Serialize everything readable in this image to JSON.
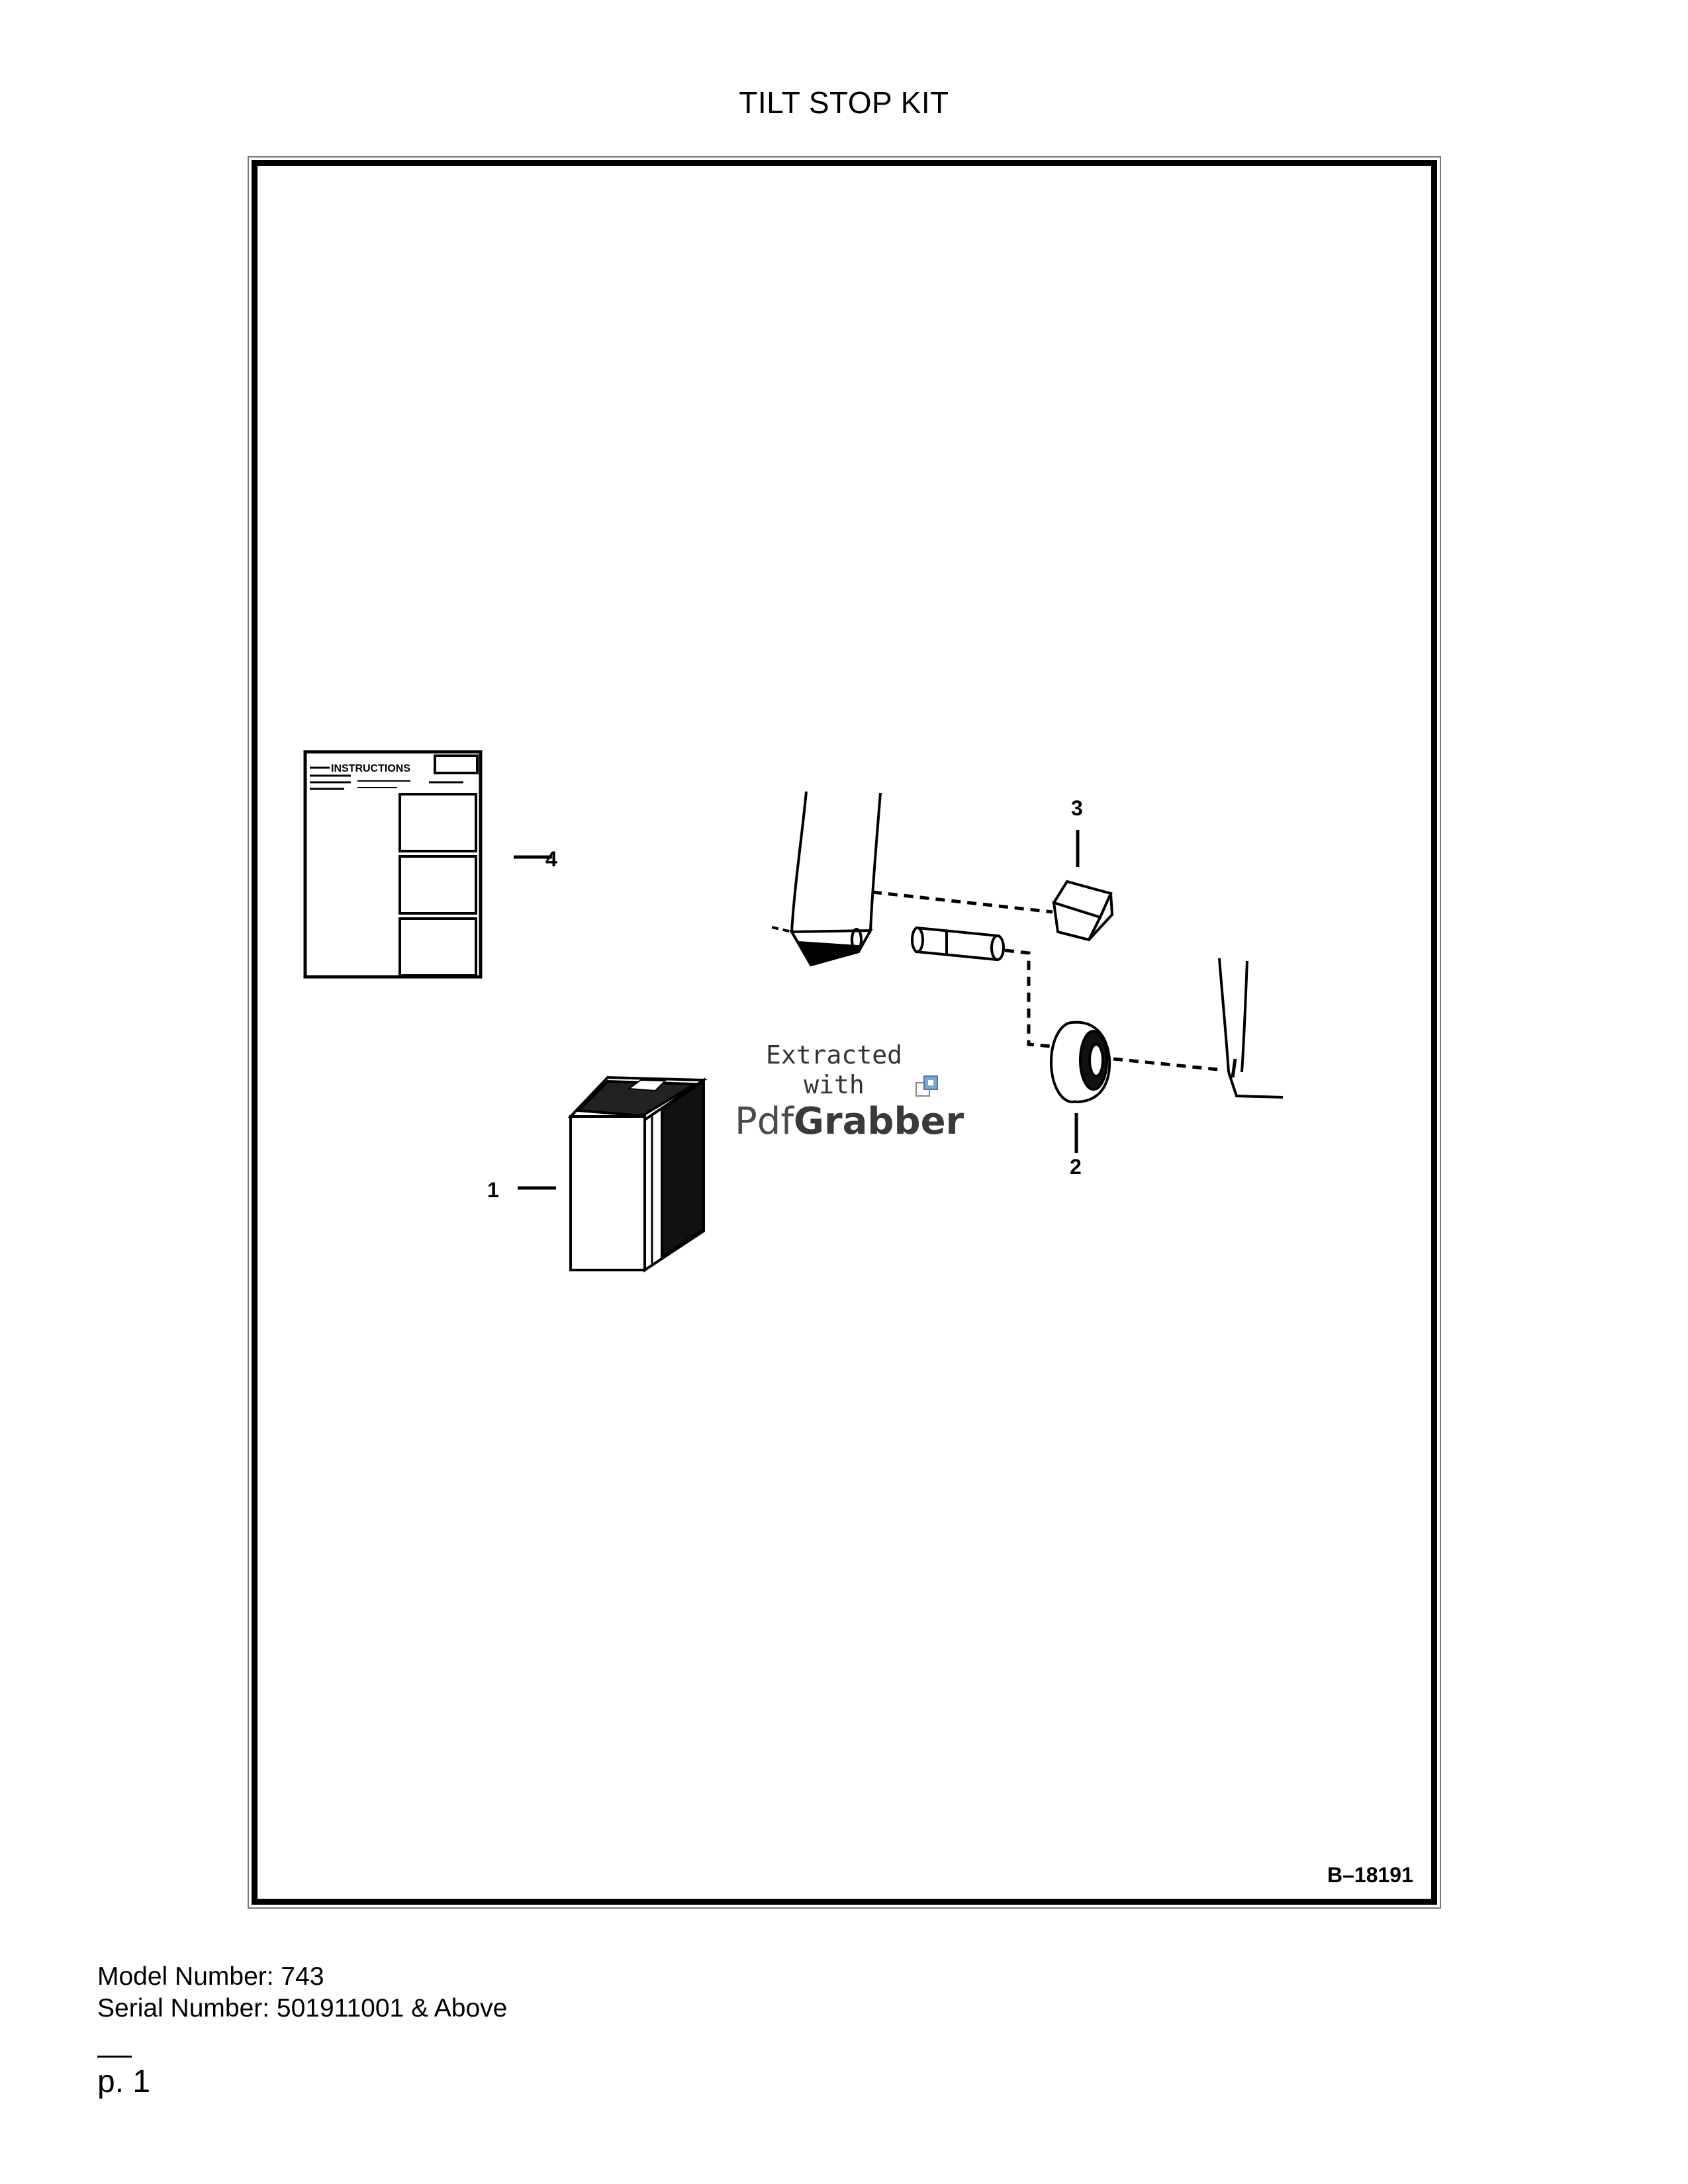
{
  "page": {
    "title": "TILT STOP KIT"
  },
  "figure": {
    "callouts": [
      "1",
      "2",
      "3",
      "4"
    ],
    "drawing_code": "B–18191",
    "instruction_sheet_heading": "INSTRUCTIONS"
  },
  "watermark": {
    "line1": "Extracted",
    "line2": "with",
    "brand_prefix": "Pdf",
    "brand_suffix": "Grabber"
  },
  "footer": {
    "model_number": "Model Number: 743",
    "serial_number": "Serial Number: 501911001 & Above",
    "page_number": "p. 1"
  }
}
